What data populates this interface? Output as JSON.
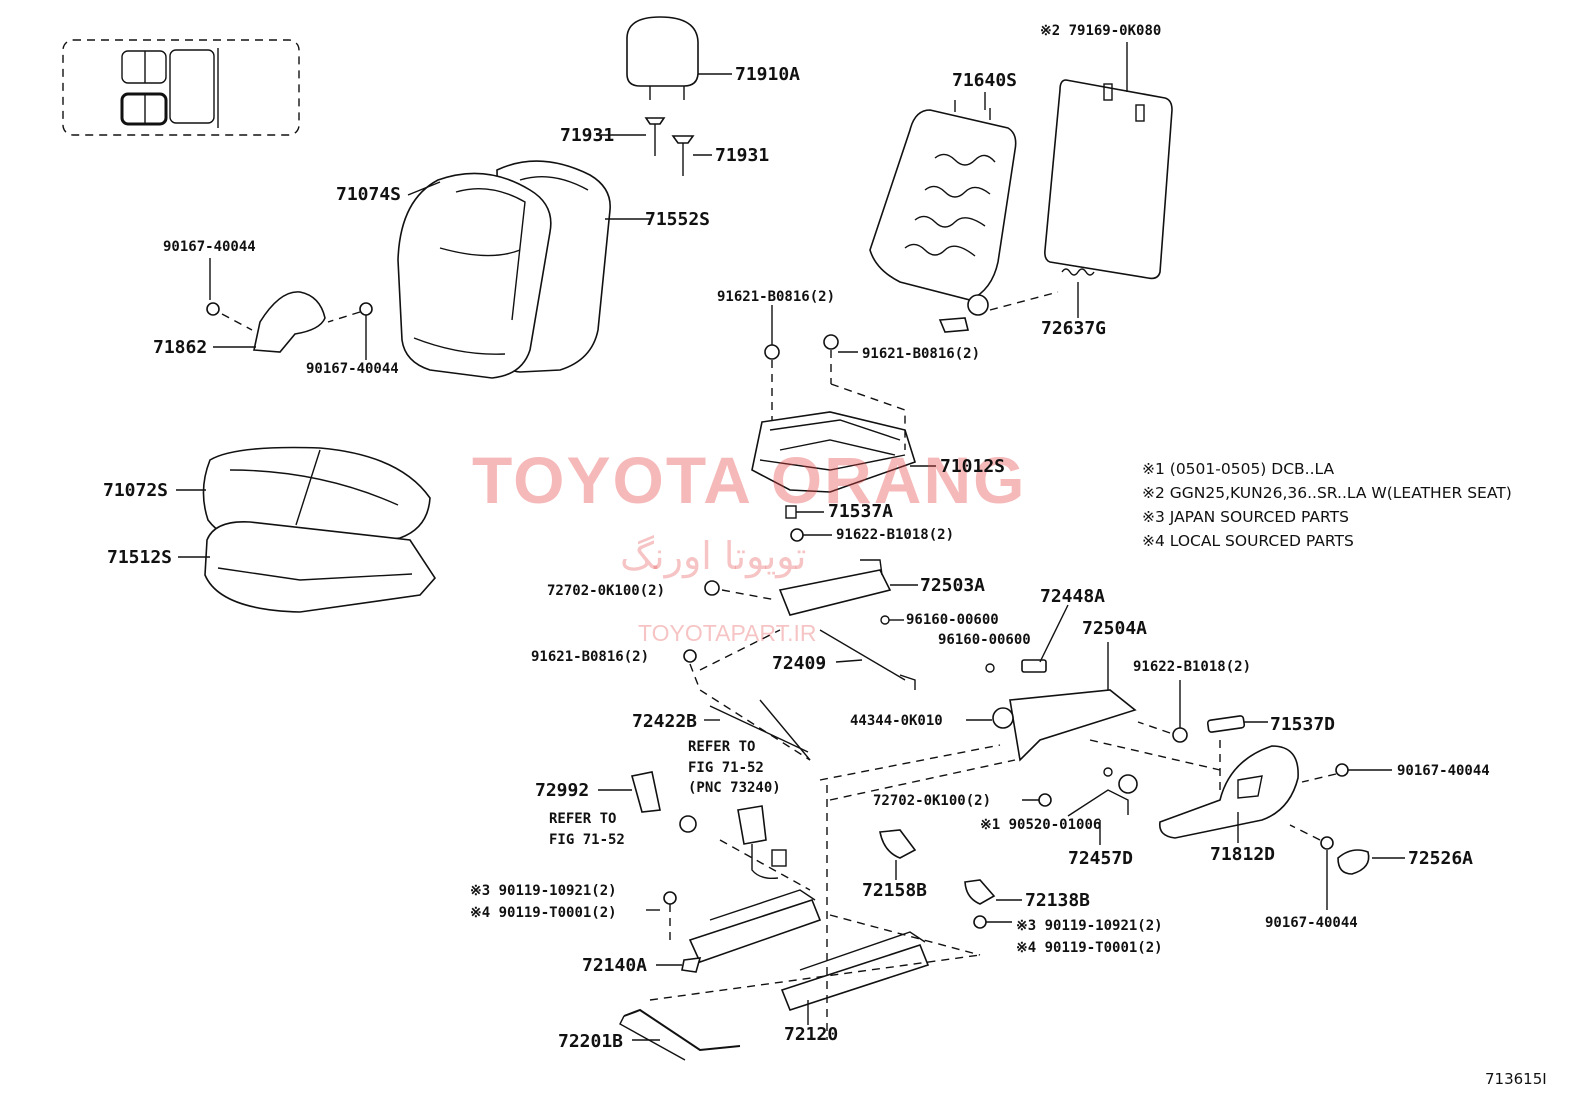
{
  "watermark": {
    "brand": "TOYOTA ORANG",
    "brand_fa": "تویوتا اورنگ",
    "url": "TOYOTAPART.IR"
  },
  "figure_id": "713615I",
  "notes": [
    {
      "id": "n1",
      "text": "※1 (0501-0505) DCB..LA"
    },
    {
      "id": "n2",
      "text": "※2 GGN25,KUN26,36..SR..LA W(LEATHER SEAT)"
    },
    {
      "id": "n3",
      "text": "※3 JAPAN SOURCED PARTS"
    },
    {
      "id": "n4",
      "text": "※4 LOCAL SOURCED PARTS"
    }
  ],
  "labels": {
    "p71910A": "71910A",
    "p71931a": "71931",
    "p71931b": "71931",
    "p79169": "※2 79169-0K080",
    "p71640S": "71640S",
    "p71074S": "71074S",
    "p71552S": "71552S",
    "p90167a": "90167-40044",
    "p71862": "71862",
    "p90167b": "90167-40044",
    "p72637G": "72637G",
    "p91621a": "91621-B0816(2)",
    "p91621b": "91621-B0816(2)",
    "p71012S": "71012S",
    "p71072S": "71072S",
    "p71537A": "71537A",
    "p91622a": "91622-B1018(2)",
    "p71512S": "71512S",
    "p72503A": "72503A",
    "p72702a": "72702-0K100(2)",
    "p96160a": "96160-00600",
    "p72448A": "72448A",
    "p96160b": "96160-00600",
    "p72504A": "72504A",
    "p91621c": "91621-B0816(2)",
    "p72409": "72409",
    "p91622b": "91622-B1018(2)",
    "p71537D": "71537D",
    "p44344": "44344-0K010",
    "p72422B": "72422B",
    "refer1a": "REFER TO",
    "refer1b": "FIG 71-52",
    "refer1c": "(PNC 73240)",
    "p90167c": "90167-40044",
    "p72992": "72992",
    "p72702b": "72702-0K100(2)",
    "refer2a": "REFER TO",
    "refer2b": "FIG 71-52",
    "p90520": "※1 90520-01006",
    "p72457D": "72457D",
    "p71812D": "71812D",
    "p72526A": "72526A",
    "p90119a": "※3 90119-10921(2)",
    "p90119b": "※4 90119-T0001(2)",
    "p72158B": "72158B",
    "p72138B": "72138B",
    "p90119c": "※3 90119-10921(2)",
    "p90119d": "※4 90119-T0001(2)",
    "p90167d": "90167-40044",
    "p72140A": "72140A",
    "p72120": "72120",
    "p72201B": "72201B"
  }
}
